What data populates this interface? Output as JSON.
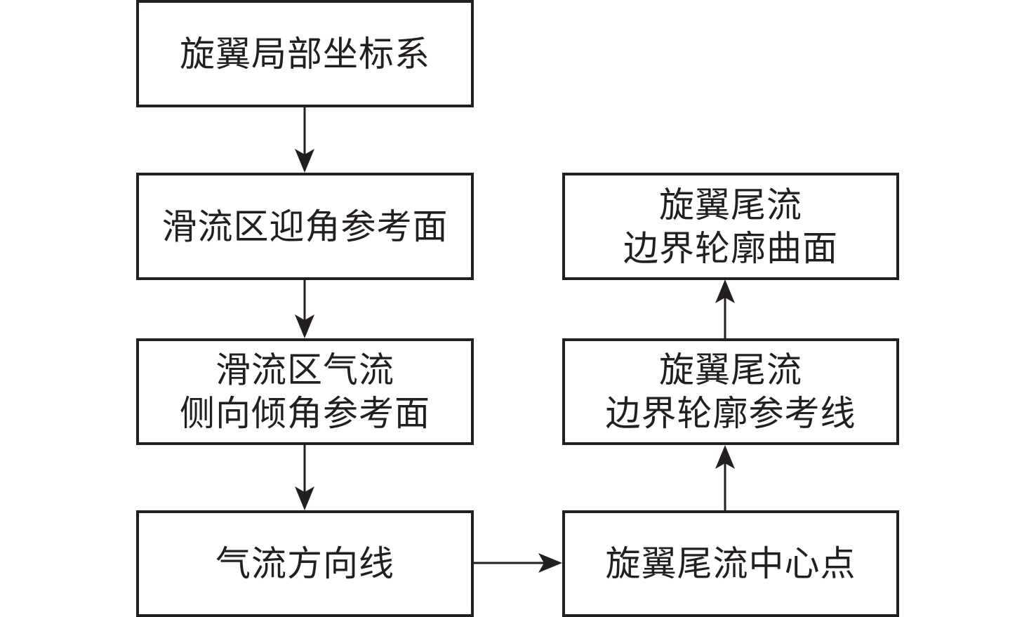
{
  "nodes": {
    "local_coord": {
      "lines": [
        "旋翼局部坐标系"
      ]
    },
    "slipstream_aoa": {
      "lines": [
        "滑流区迎角参考面"
      ]
    },
    "slipstream_side": {
      "lines": [
        "滑流区气流",
        "侧向倾角参考面"
      ]
    },
    "airflow_line": {
      "lines": [
        "气流方向线"
      ]
    },
    "wake_center": {
      "lines": [
        "旋翼尾流中心点"
      ]
    },
    "wake_ref_line": {
      "lines": [
        "旋翼尾流",
        "边界轮廓参考线"
      ]
    },
    "wake_surface": {
      "lines": [
        "旋翼尾流",
        "边界轮廓曲面"
      ]
    }
  },
  "edges": [
    {
      "from": "旋翼局部坐标系",
      "to": "滑流区迎角参考面"
    },
    {
      "from": "滑流区迎角参考面",
      "to": "滑流区气流侧向倾角参考面"
    },
    {
      "from": "滑流区气流侧向倾角参考面",
      "to": "气流方向线"
    },
    {
      "from": "气流方向线",
      "to": "旋翼尾流中心点"
    },
    {
      "from": "旋翼尾流中心点",
      "to": "旋翼尾流边界轮廓参考线"
    },
    {
      "from": "旋翼尾流边界轮廓参考线",
      "to": "旋翼尾流边界轮廓曲面"
    }
  ],
  "colors": {
    "stroke": "#231f20",
    "background": "#ffffff"
  }
}
